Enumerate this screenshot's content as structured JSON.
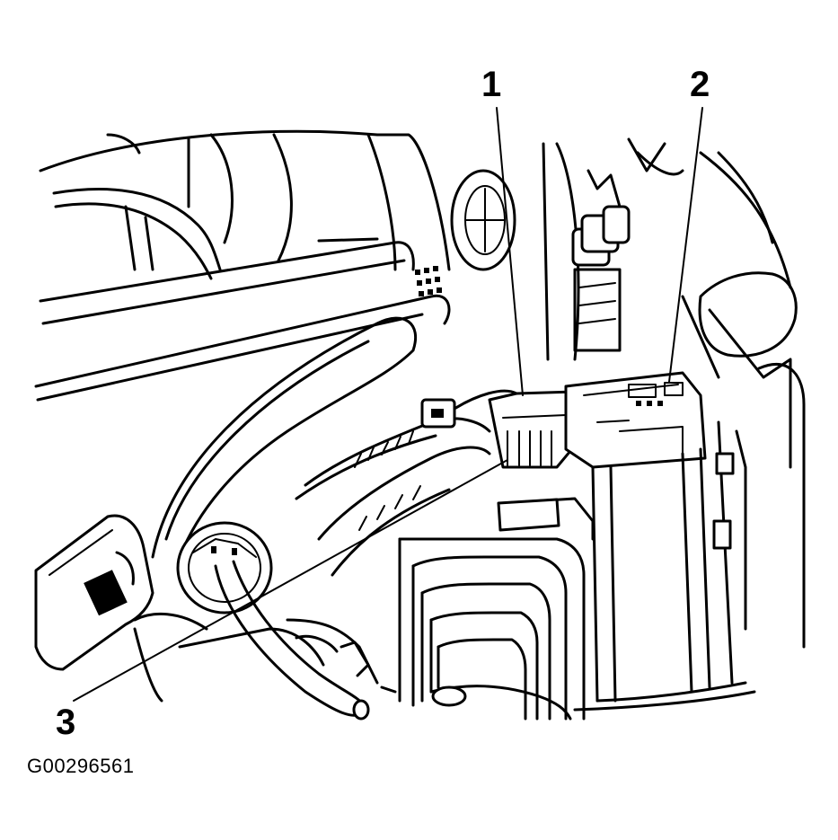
{
  "callouts": {
    "one": "1",
    "two": "2",
    "three": "3"
  },
  "figure_id": "G00296561"
}
